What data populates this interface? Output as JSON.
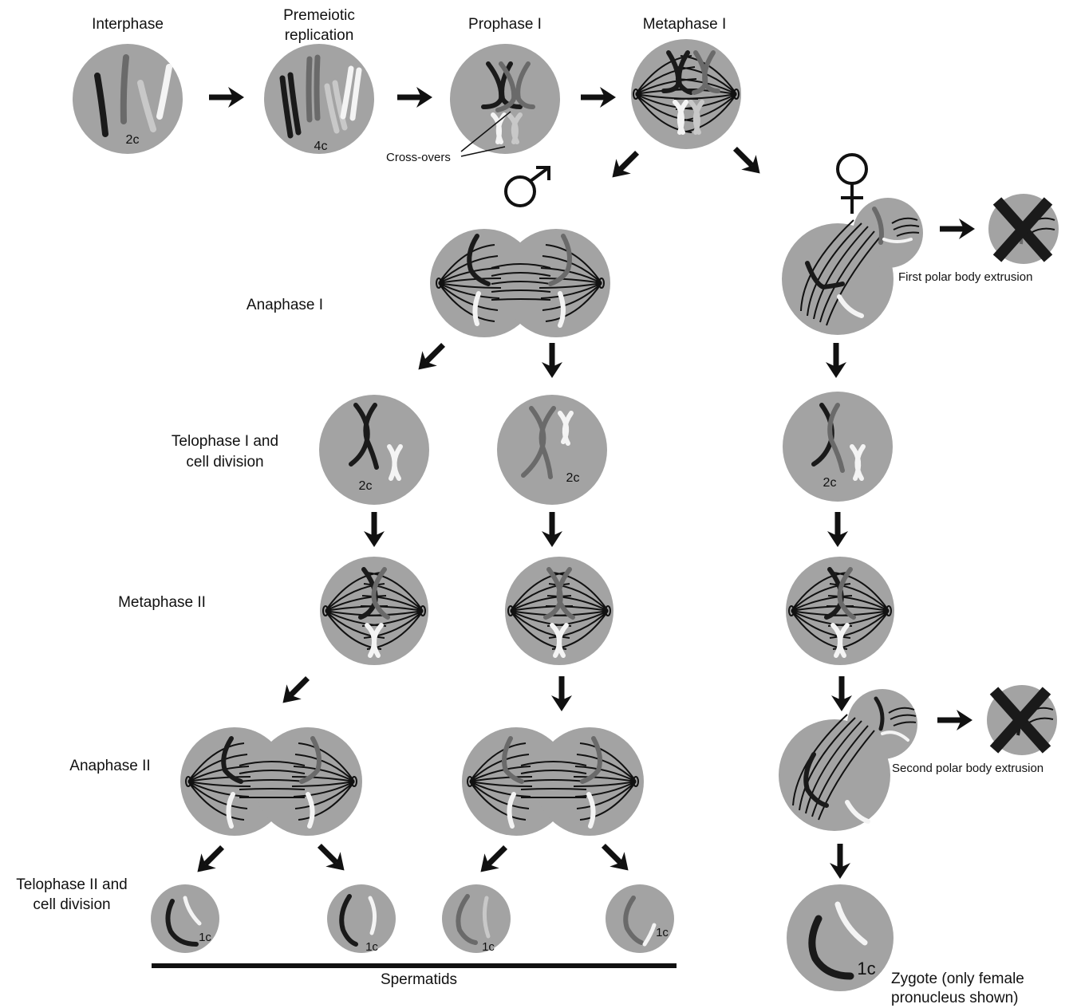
{
  "labels": {
    "interphase": "Interphase",
    "premeiotic_line1": "Premeiotic",
    "premeiotic_line2": "replication",
    "prophase_i": "Prophase I",
    "metaphase_i": "Metaphase I",
    "cross_overs": "Cross-overs",
    "anaphase_i": "Anaphase I",
    "telophase_i_line1": "Telophase I and",
    "telophase_i_line2": "cell division",
    "metaphase_ii": "Metaphase II",
    "anaphase_ii": "Anaphase II",
    "telophase_ii_line1": "Telophase II and",
    "telophase_ii_line2": "cell division",
    "spermatids": "Spermatids",
    "first_polar_body": "First polar body extrusion",
    "second_polar_body": "Second polar body extrusion",
    "zygote_line1": "Zygote (only female",
    "zygote_line2": "pronucleus shown)"
  },
  "dna_content": {
    "interphase": "2c",
    "replication": "4c",
    "telophase_i_left": "2c",
    "telophase_i_mid": "2c",
    "telophase_i_female": "2c",
    "spermatid_1": "1c",
    "spermatid_2": "1c",
    "spermatid_3": "1c",
    "spermatid_4": "1c",
    "zygote": "1c"
  },
  "symbols": {
    "male": "male-symbol",
    "female": "female-symbol",
    "degenerate": "x-mark"
  },
  "colors": {
    "cell": "#a3a3a3",
    "chromosome_black": "#1a1a1a",
    "chromosome_dark_gray": "#6a6a6a",
    "chromosome_light_gray": "#c8c8c8",
    "chromosome_white": "#f4f4f4",
    "spindle": "#111111",
    "arrow": "#111111"
  }
}
